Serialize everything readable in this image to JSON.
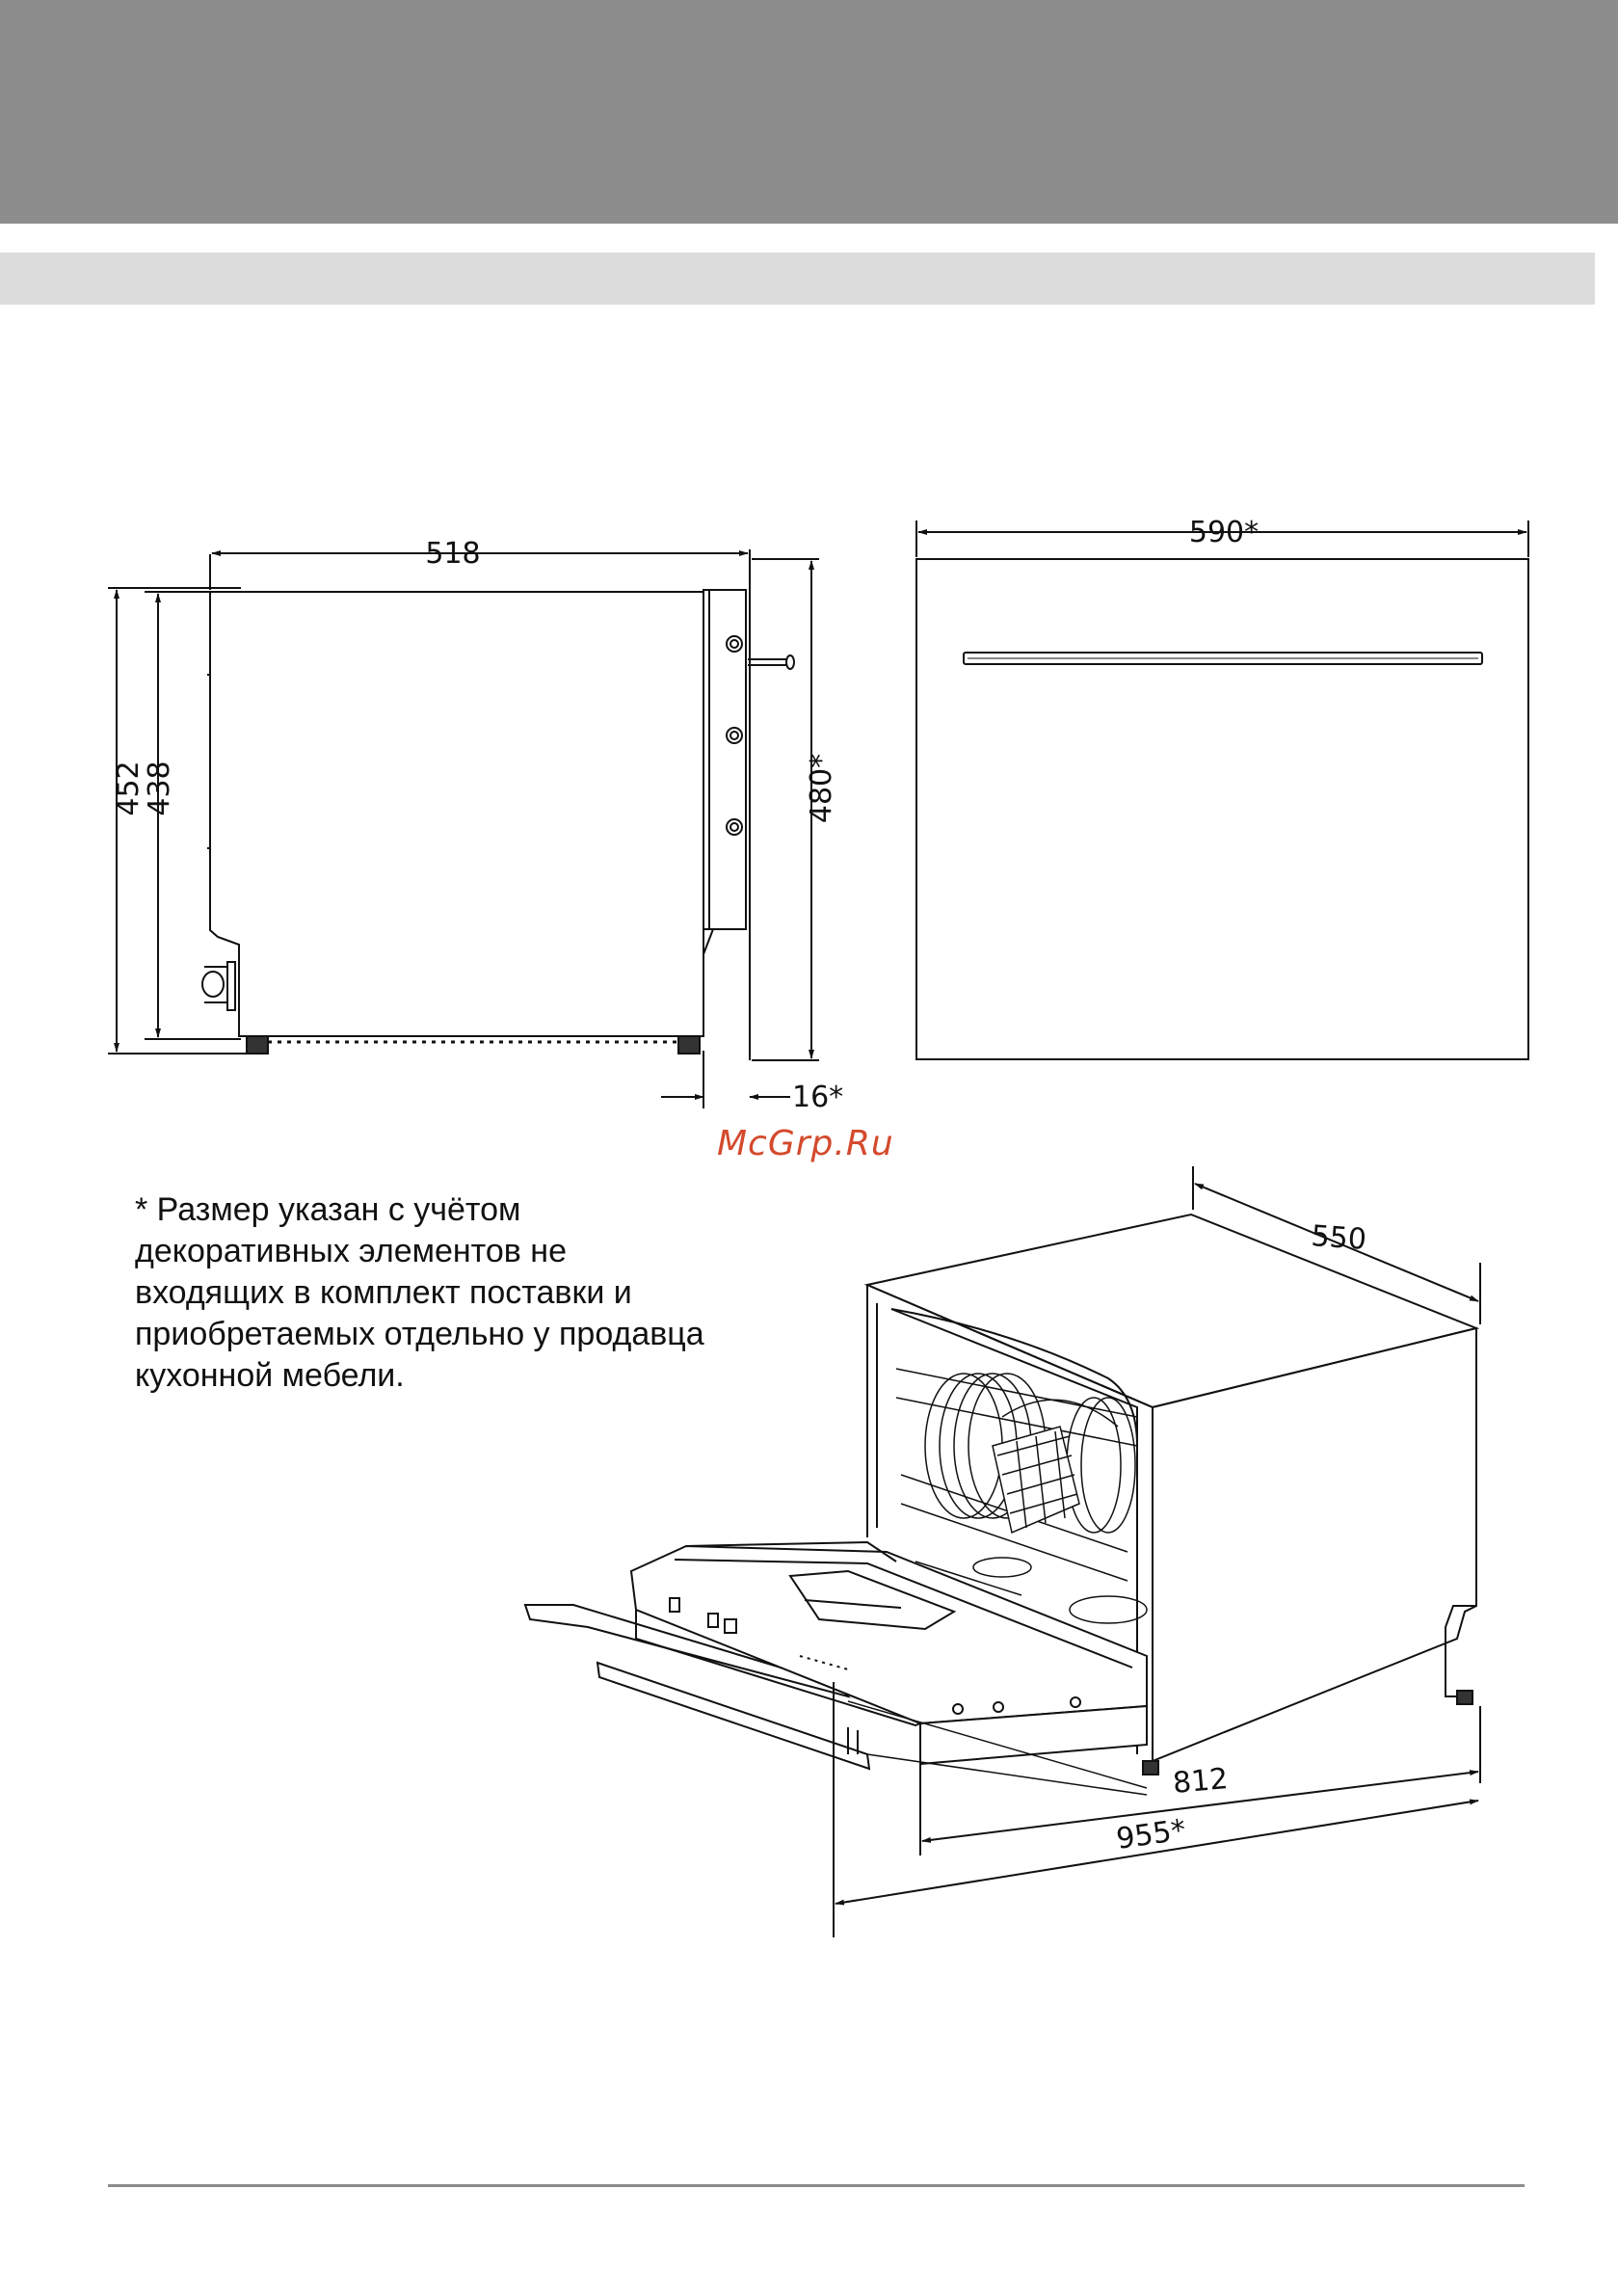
{
  "watermark": "McGrp.Ru",
  "footnote": {
    "lines": [
      "* Размер указан с учётом",
      "декоративных элементов не",
      "входящих в комплект поставки и",
      "приобретаемых отдельно у продавца",
      "кухонной мебели."
    ]
  },
  "dimensions": {
    "side_width": "518",
    "side_height_total": "452",
    "side_height_body": "438",
    "side_height_with_decor": "480*",
    "side_decor_depth": "16*",
    "front_width": "590*",
    "perspective_depth": "550",
    "perspective_open_depth": "812",
    "perspective_open_depth_with_decor": "955*"
  }
}
